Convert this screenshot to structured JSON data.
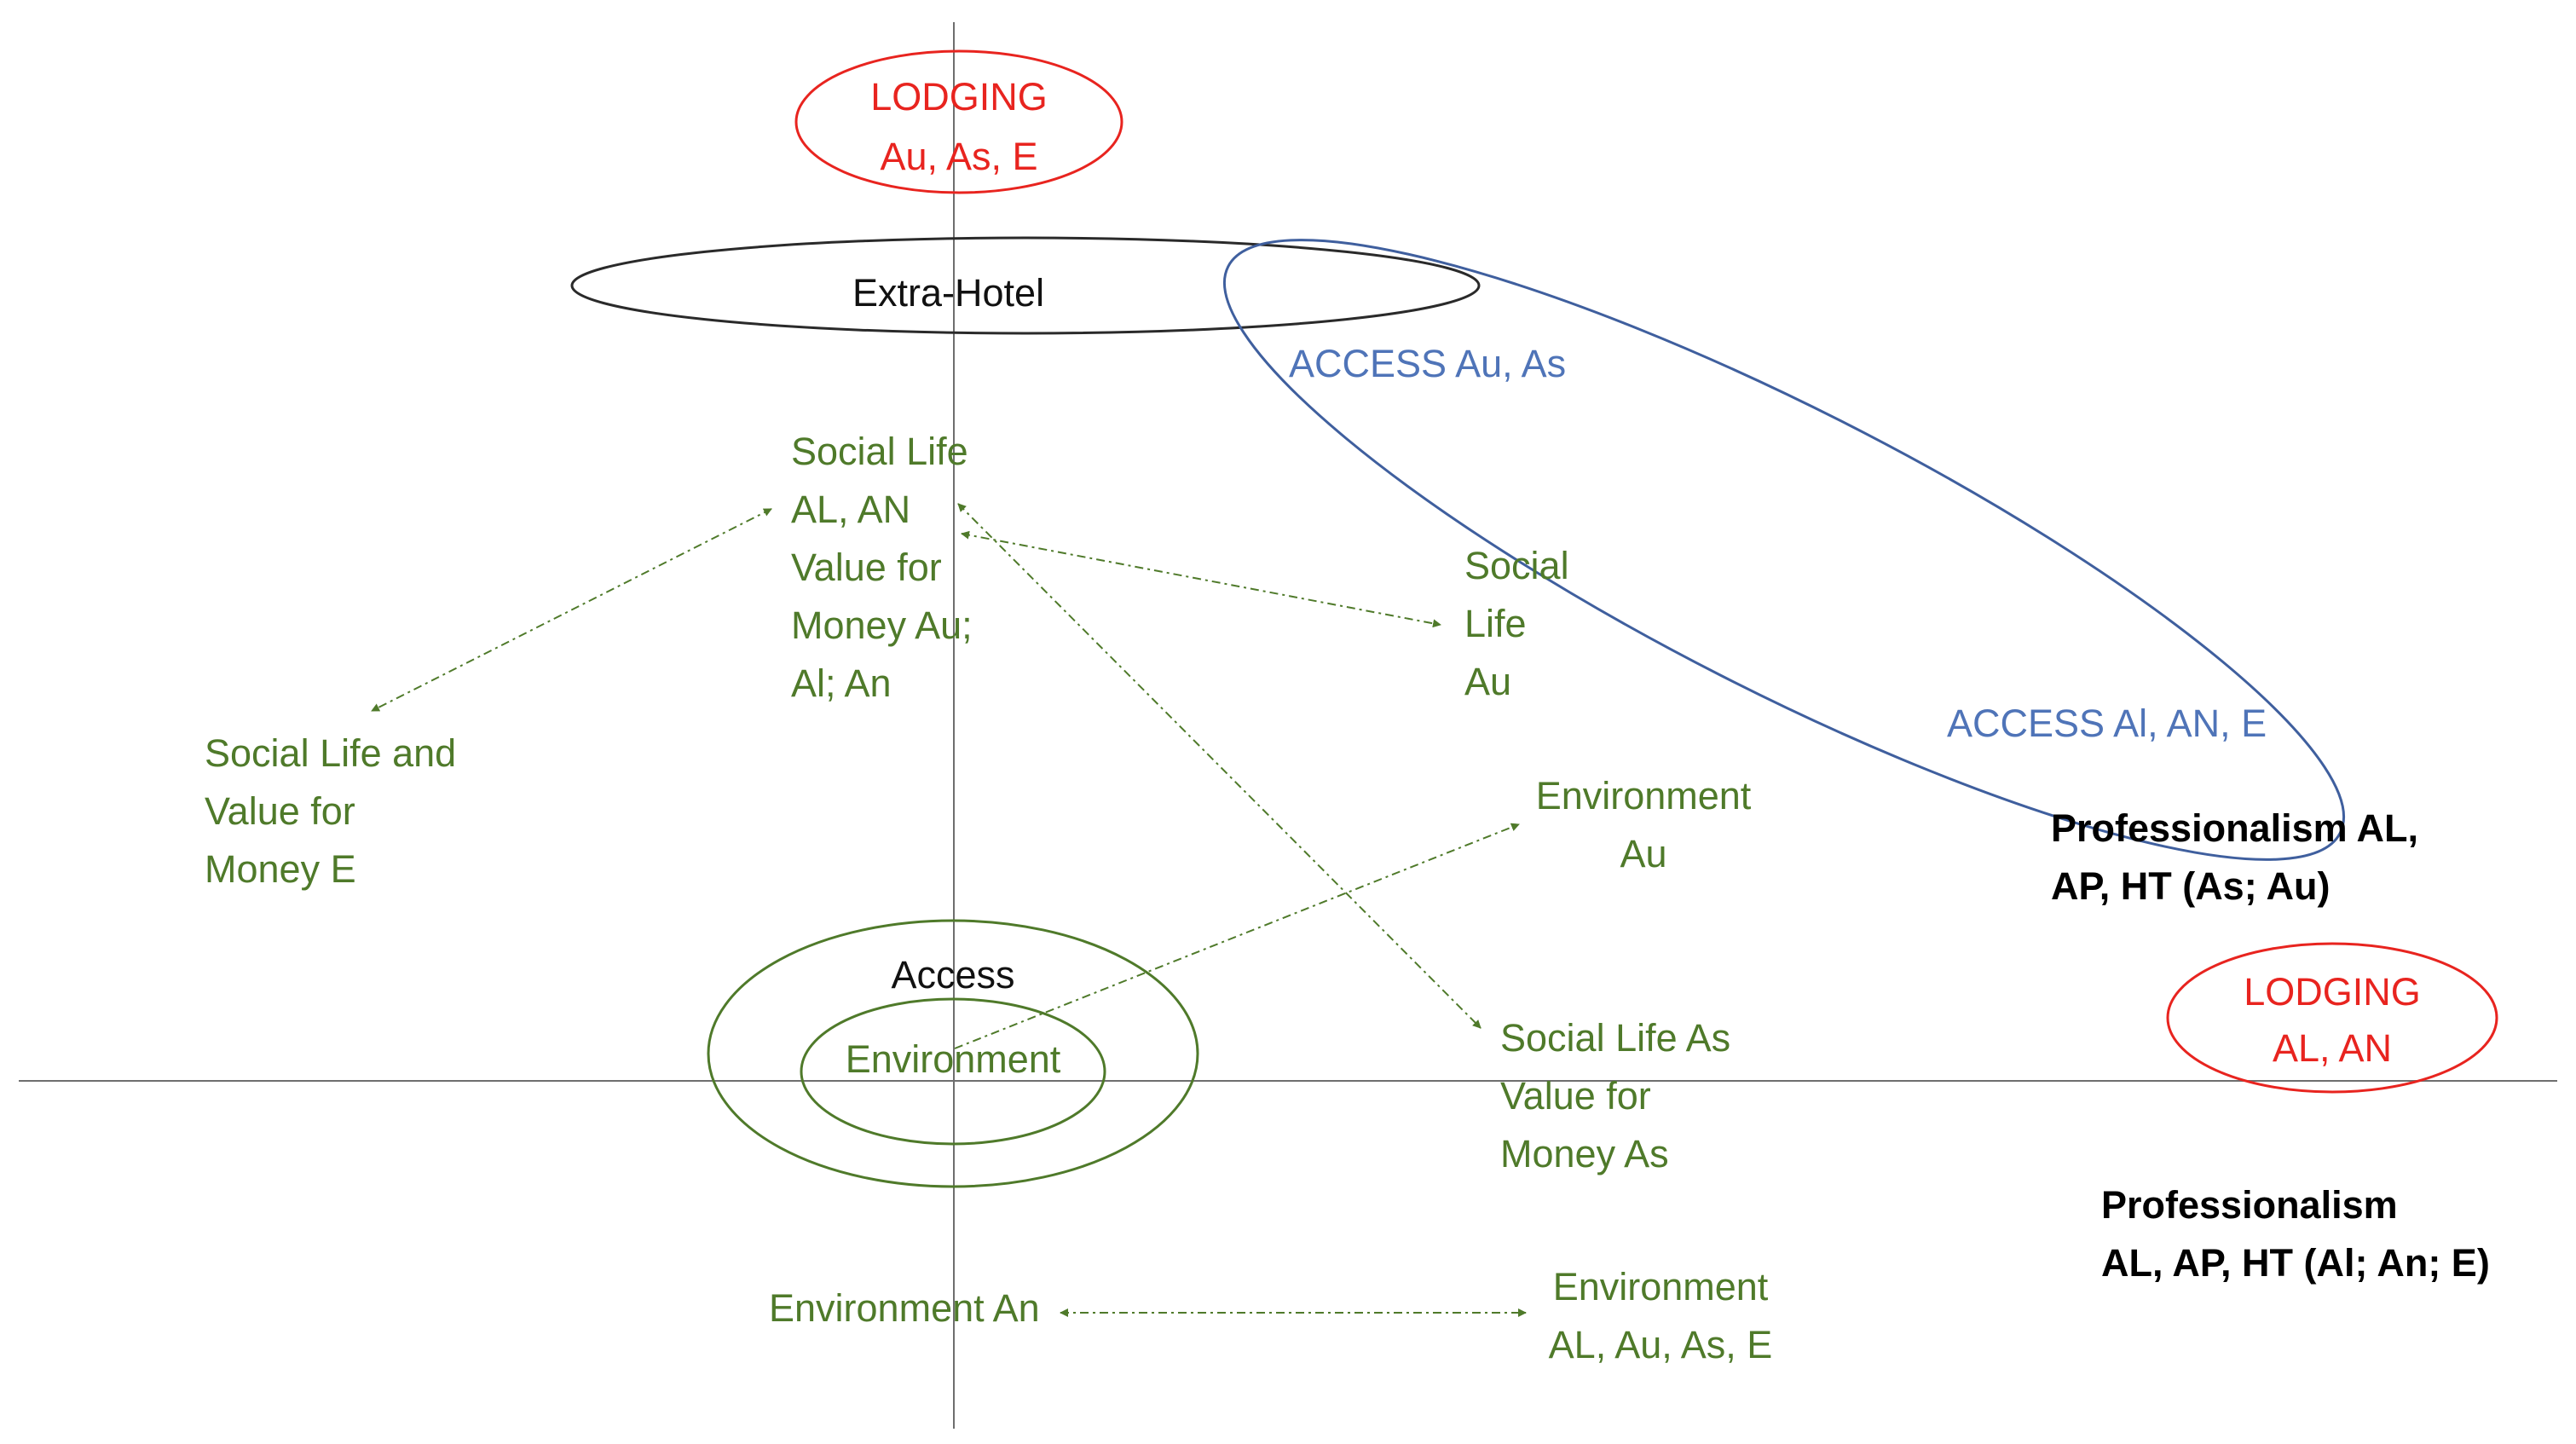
{
  "colors": {
    "green": "#4f7a2a",
    "red": "#e8241f",
    "blue": "#4f74b8",
    "axis": "#6e6e6e",
    "black": "#111111"
  },
  "labels": {
    "lodging_top_title": "LODGING",
    "lodging_top_sub": "Au, As, E",
    "extra_hotel": "Extra-Hotel",
    "access_au_as": "ACCESS Au, As",
    "access_al_an_e": "ACCESS Al, AN, E",
    "social_life_center": "Social Life\nAL, AN\nValue for\nMoney Au;\nAl; An",
    "social_life_au": "Social\nLife\nAu",
    "social_life_value_e": "Social Life and\nValue for\nMoney E",
    "environment_au": "Environment\nAu",
    "professionalism_top": "Professionalism AL,\nAP, HT (As; Au)",
    "access_inner": "Access",
    "environment_inner": "Environment",
    "lodging_right_title": "LODGING",
    "lodging_right_sub": "AL, AN",
    "social_life_as": "Social Life As\nValue for\nMoney As",
    "professionalism_bottom": "Professionalism\nAL, AP, HT (Al; An; E)",
    "environment_an": "Environment An",
    "environment_al_group": "Environment\nAL, Au, As, E"
  }
}
